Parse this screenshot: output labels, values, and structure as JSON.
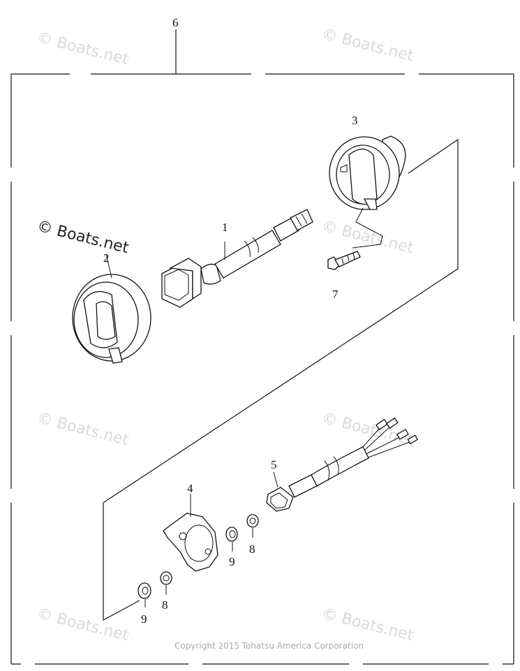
{
  "callouts": {
    "p1": "1",
    "p2": "2",
    "p3": "3",
    "p4": "4",
    "p5": "5",
    "p6": "6",
    "p7": "7",
    "p8a": "8",
    "p8b": "8",
    "p9a": "9",
    "p9b": "9"
  },
  "watermark": {
    "text": "© Boats.net",
    "color": "#d9d9d9"
  },
  "copyright": "Copyright 2015 Tohatsu America Corporation",
  "icons": {
    "copyright_symbol": "copyright-glyph"
  }
}
